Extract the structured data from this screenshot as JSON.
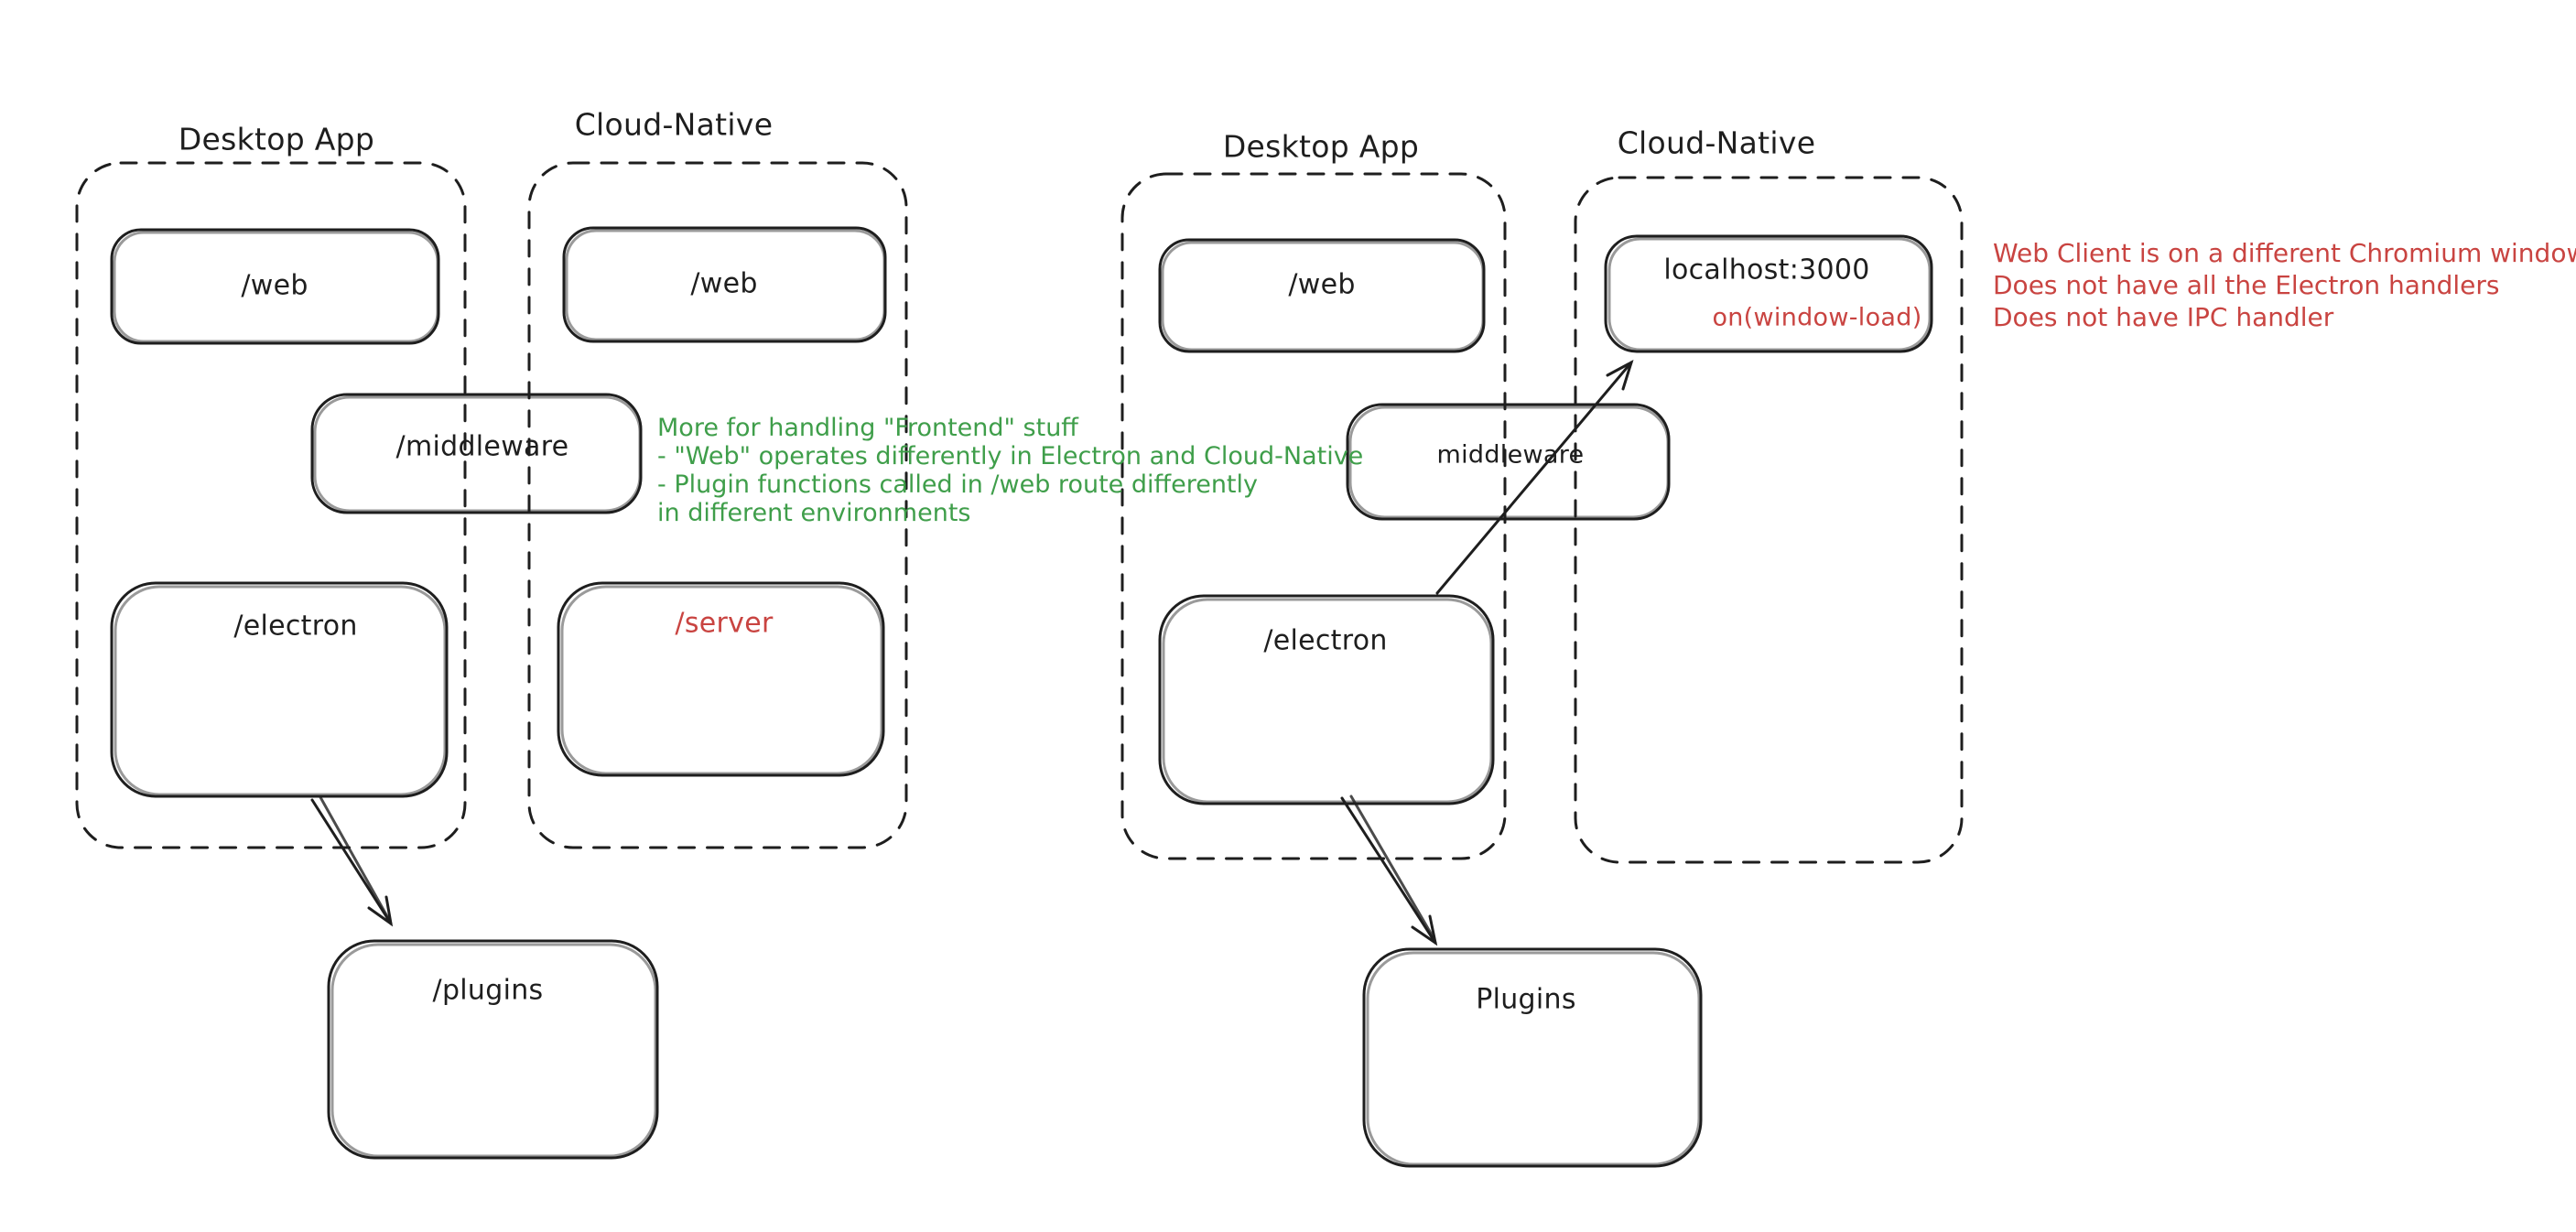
{
  "colors": {
    "background": "#ffffff",
    "stroke": "#1e1e1e",
    "red_accent": "#c94441",
    "green_accent": "#3f9e4a"
  },
  "left": {
    "desktop_title": "Desktop App",
    "cloud_title": "Cloud-Native",
    "web_desktop": "/web",
    "web_cloud": "/web",
    "middleware": "/middleware",
    "electron": "/electron",
    "server": "/server",
    "plugins": "/plugins",
    "note": [
      "More for handling \"Frontend\" stuff",
      "- \"Web\" operates differently in Electron and Cloud-Native",
      "- Plugin functions called in /web route differently",
      "in different environments"
    ]
  },
  "right": {
    "desktop_title": "Desktop App",
    "cloud_title": "Cloud-Native",
    "web": "/web",
    "localhost": "localhost:3000",
    "window_load": "on(window-load)",
    "middleware": "middleware",
    "electron": "/electron",
    "plugins": "Plugins",
    "note": [
      "Web Client is on a different Chromium window",
      "Does not have all the Electron handlers",
      "Does not have IPC handler"
    ]
  }
}
